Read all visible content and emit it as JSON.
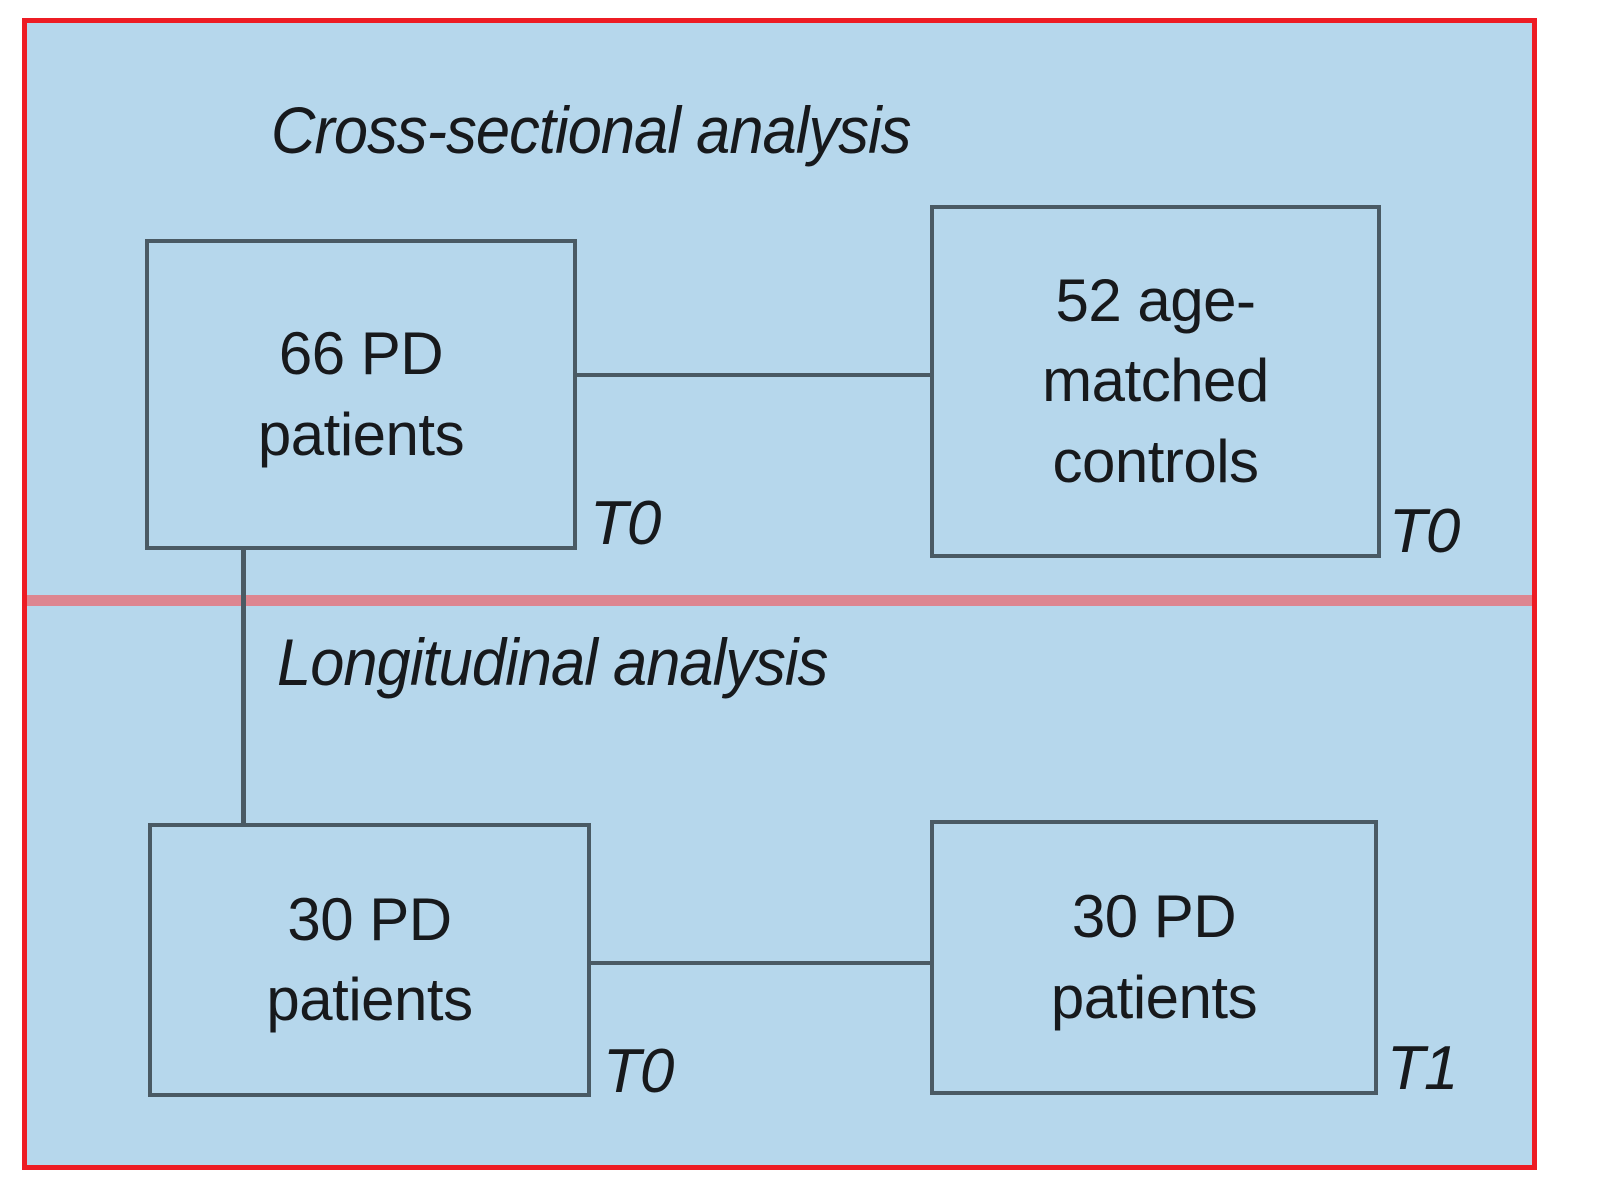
{
  "figure": {
    "border_color": "#ed1c24",
    "background_color": "#b6d7ec",
    "divider_color": "#dd8590",
    "box_border_color": "#4a5a64",
    "connector_color": "#4a5a64"
  },
  "sections": {
    "cross_sectional": {
      "title": "Cross-sectional analysis",
      "boxes": [
        {
          "id": "pd-t0",
          "lines": [
            "66 PD",
            "patients"
          ],
          "timepoint": "T0"
        },
        {
          "id": "controls-t0",
          "lines": [
            "52 age-",
            "matched",
            "controls"
          ],
          "timepoint": "T0"
        }
      ]
    },
    "longitudinal": {
      "title": "Longitudinal analysis",
      "boxes": [
        {
          "id": "pd-long-t0",
          "lines": [
            "30 PD",
            "patients"
          ],
          "timepoint": "T0"
        },
        {
          "id": "pd-long-t1",
          "lines": [
            "30 PD",
            "patients"
          ],
          "timepoint": "T1"
        }
      ]
    }
  }
}
